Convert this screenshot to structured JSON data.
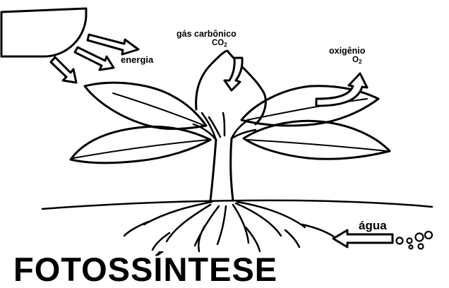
{
  "labels": {
    "energia": "energia",
    "gas_carbonico": "gás carbônico",
    "co2": "CO",
    "co2_sub": "2",
    "oxigenio": "oxigênio",
    "o2": "O",
    "o2_sub": "2",
    "agua": "água"
  },
  "title": "FOTOSSÍNTESE",
  "colors": {
    "ink": "#000000",
    "paper": "#ffffff"
  },
  "icons": [
    "sun-icon",
    "arrow-icon",
    "bubble-icon"
  ]
}
